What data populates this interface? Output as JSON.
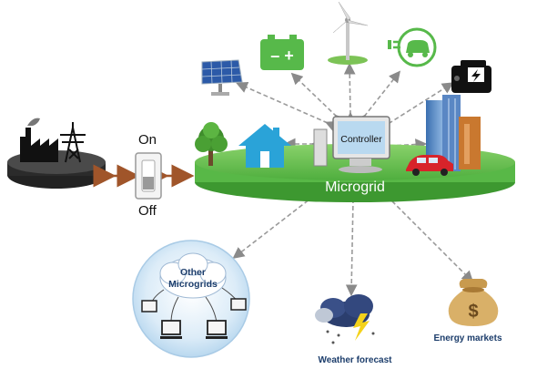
{
  "labels": {
    "switch_on": "On",
    "switch_off": "Off",
    "microgrid": "Microgrid",
    "controller": "Controller",
    "other_microgrids_line1": "Other",
    "other_microgrids_line2": "Microgrids",
    "weather": "Weather forecast",
    "energy_markets": "Energy markets",
    "battery_symbols": "– +",
    "dollar": "$"
  },
  "colors": {
    "microgrid_green": "#58b847",
    "battery_green": "#57b94a",
    "house_blue": "#2aa3d8",
    "arrow_brown": "#a0552a",
    "dashed_gray": "#9a9a9a",
    "car_red": "#d8232a",
    "circle_blue": "#cfe6f5"
  },
  "icons": [
    "factory-icon",
    "power-tower-icon",
    "switch-icon",
    "tree-icon",
    "house-icon",
    "solar-panel-icon",
    "battery-icon",
    "wind-turbine-icon",
    "ev-charger-icon",
    "generator-icon",
    "controller-computer-icon",
    "buildings-icon",
    "car-icon",
    "cloud-icon",
    "computer-icon",
    "storm-cloud-icon",
    "money-bag-icon"
  ]
}
